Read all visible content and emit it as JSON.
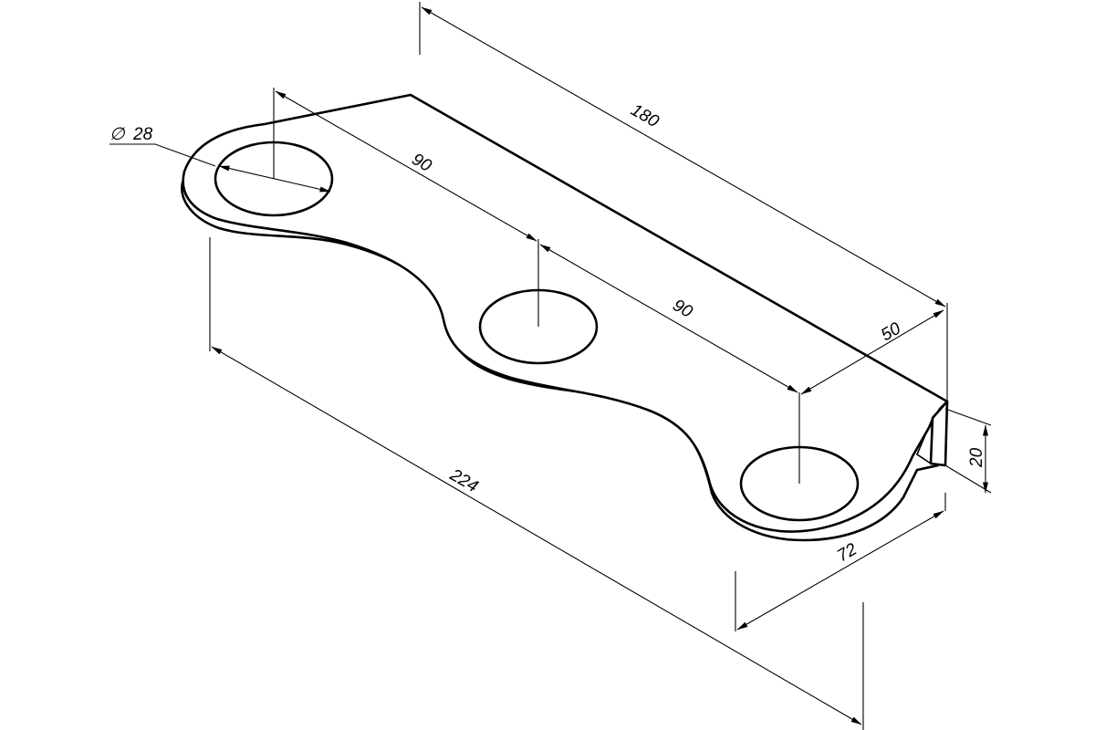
{
  "dimensions": {
    "hole_diameter": "28",
    "overall_width_top": "180",
    "hole_spacing_1": "90",
    "hole_spacing_2": "90",
    "edge_offset": "50",
    "flange_height": "20",
    "depth": "72",
    "overall_length": "224"
  },
  "symbols": {
    "diameter": "∅"
  }
}
